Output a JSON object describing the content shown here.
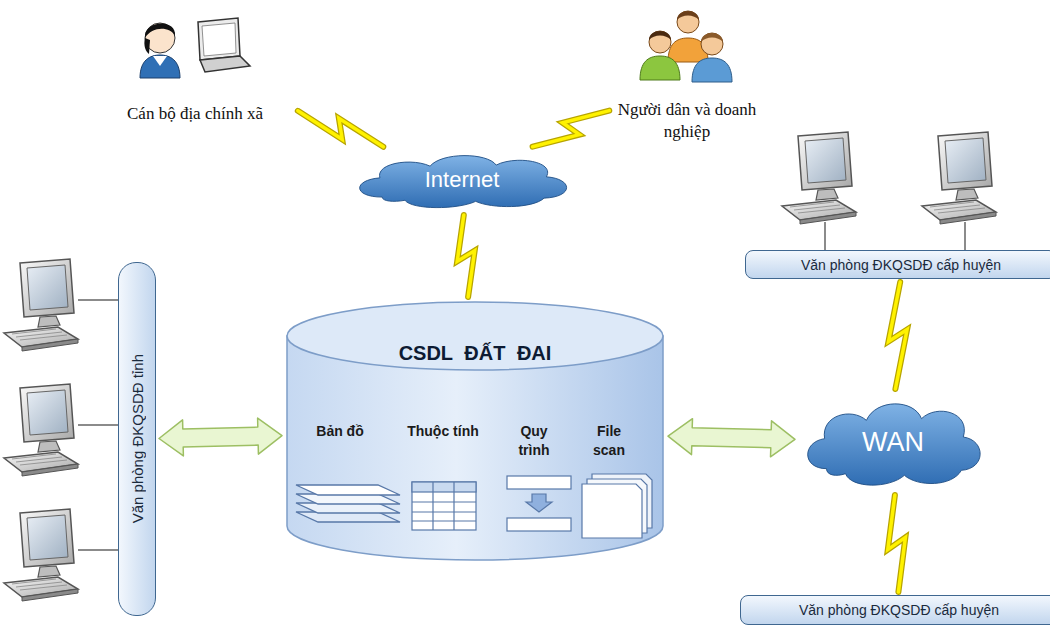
{
  "diagram": {
    "nodes": [
      {
        "text": [
          "Cán bộ địa chính xã"
        ]
      },
      {
        "text": [
          "Người dân và doanh nghiệp"
        ]
      },
      {
        "text": [
          "Internet"
        ]
      },
      {
        "text": [
          "Văn phòng ĐKQSDĐ cấp huyện"
        ]
      },
      {
        "text": [
          "Văn phòng ĐKQSDĐ tỉnh"
        ]
      },
      {
        "text": [
          "CSDL  ĐẤT ĐAI"
        ]
      },
      {
        "text": [
          "Bản đồ"
        ],
        "in": 5
      },
      {
        "text": [
          "Thuộc tính"
        ],
        "in": 5
      },
      {
        "text": [
          "Quy trình"
        ],
        "in": 5
      },
      {
        "text": [
          "File scan"
        ],
        "in": 5
      },
      {
        "text": [
          "WAN"
        ]
      },
      {
        "text": [
          "Văn phòng ĐKQSDĐ cấp huyện"
        ]
      }
    ],
    "edges": [
      {
        "from": 0,
        "to": 2,
        "arrow": "none"
      },
      {
        "from": 1,
        "to": 2,
        "arrow": "none"
      },
      {
        "from": 2,
        "to": 5,
        "arrow": "none"
      },
      {
        "from": 4,
        "to": 5,
        "arrow": "both"
      },
      {
        "from": 5,
        "to": 10,
        "arrow": "both"
      },
      {
        "from": 3,
        "to": 10,
        "arrow": "none"
      },
      {
        "from": 10,
        "to": 11,
        "arrow": "none"
      }
    ]
  }
}
